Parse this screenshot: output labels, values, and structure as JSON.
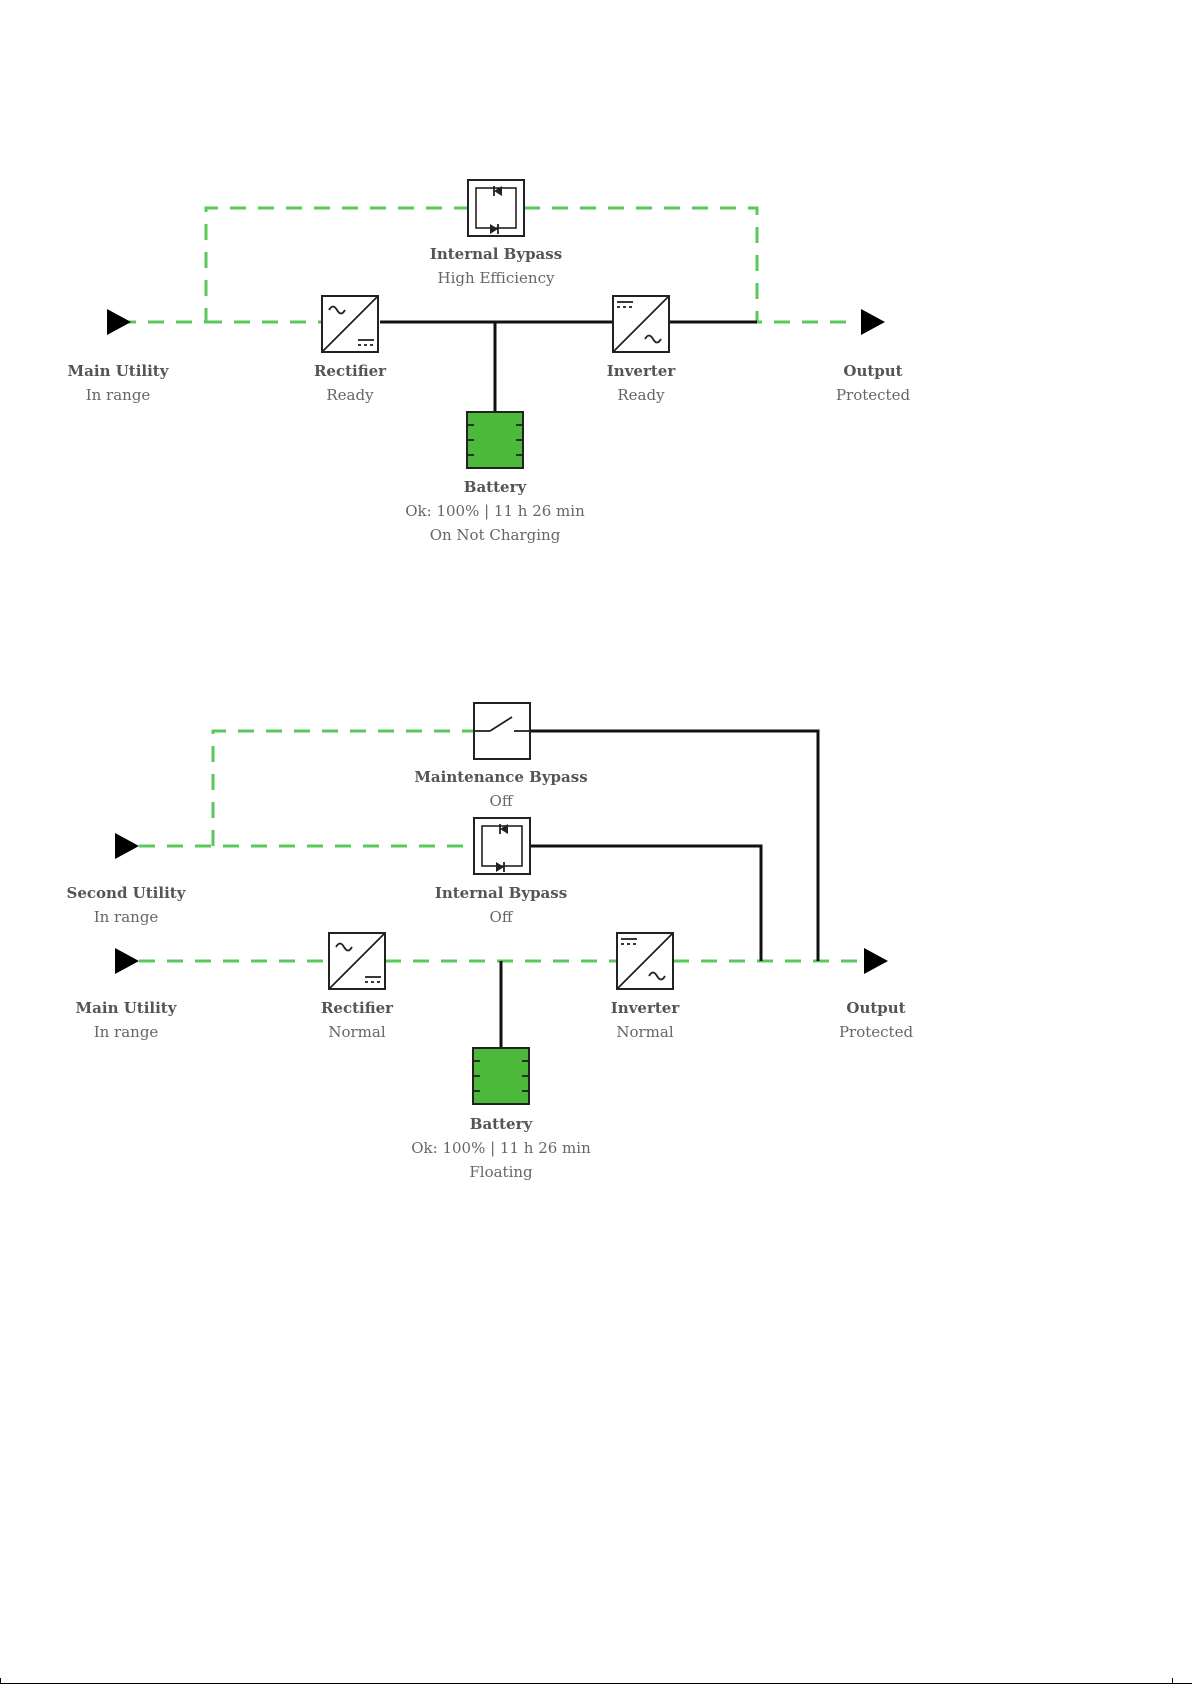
{
  "colors": {
    "wire_active": "#5bc85b",
    "wire_normal": "#111111",
    "battery_fill": "#4cb93b",
    "title_text": "#555555",
    "sub_text": "#666666"
  },
  "diagram1": {
    "main_utility": {
      "title": "Main Utility",
      "status": "In range"
    },
    "internal_bypass": {
      "title": "Internal Bypass",
      "status": "High Efficiency"
    },
    "rectifier": {
      "title": "Rectifier",
      "status": "Ready"
    },
    "inverter": {
      "title": "Inverter",
      "status": "Ready"
    },
    "output": {
      "title": "Output",
      "status": "Protected"
    },
    "battery": {
      "title": "Battery",
      "status_line1": "Ok: 100% | 11 h 26 min",
      "status_line2": "On Not Charging"
    }
  },
  "diagram2": {
    "maintenance_bypass": {
      "title": "Maintenance Bypass",
      "status": "Off"
    },
    "second_utility": {
      "title": "Second Utility",
      "status": "In range"
    },
    "internal_bypass": {
      "title": "Internal Bypass",
      "status": "Off"
    },
    "main_utility": {
      "title": "Main Utility",
      "status": "In range"
    },
    "rectifier": {
      "title": "Rectifier",
      "status": "Normal"
    },
    "inverter": {
      "title": "Inverter",
      "status": "Normal"
    },
    "output": {
      "title": "Output",
      "status": "Protected"
    },
    "battery": {
      "title": "Battery",
      "status_line1": "Ok: 100% | 11 h 26 min",
      "status_line2": "Floating"
    }
  },
  "icons": {
    "source_marker": "triangle-right",
    "bypass": "diode-pair",
    "rectifier": "ac-to-dc",
    "inverter": "dc-to-ac",
    "battery": "battery-cells",
    "maintenance_switch": "open-switch"
  }
}
